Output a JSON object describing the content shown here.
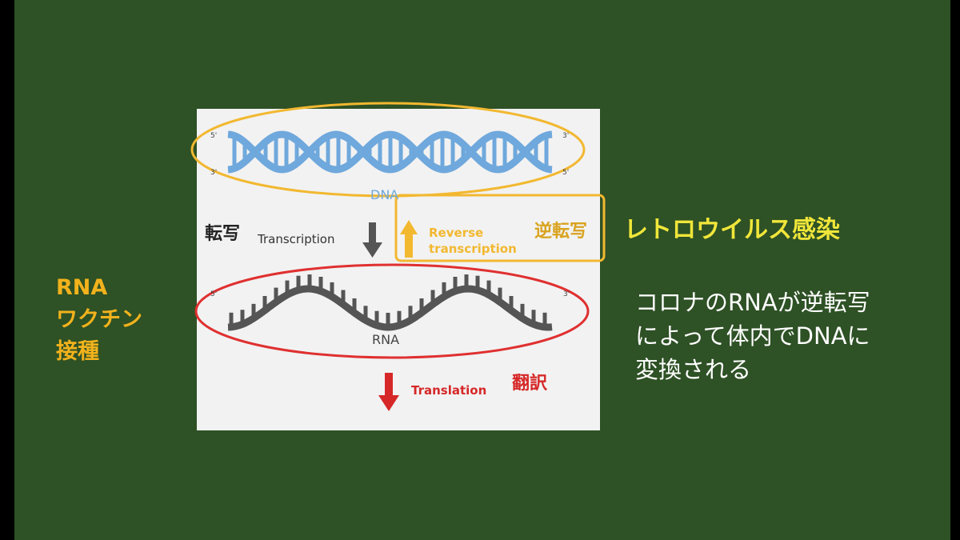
{
  "diagram": {
    "dna_label": "DNA",
    "rna_label": "RNA",
    "end_labels": {
      "top_left": "5'",
      "bottom_left": "3'",
      "top_right": "3'",
      "bottom_right": "5'",
      "rna_left": "5'",
      "rna_right": "3'"
    },
    "transcription_jp": "転写",
    "transcription_en": "Transcription",
    "reverse_line1": "Reverse",
    "reverse_line2": "transcription",
    "reverse_jp": "逆転写",
    "translation_en": "Translation",
    "translation_jp": "翻訳"
  },
  "annotations": {
    "left_lines": [
      "RNA",
      "ワクチン",
      "接種"
    ],
    "retrovirus": "レトロウイルス感染",
    "explanation_lines": [
      "コロナのRNAが逆転写",
      "によって体内でDNAに",
      "変換される"
    ]
  },
  "colors": {
    "board": "#2e5125",
    "dna_blue": "#6fa8dc",
    "yellow_outline": "#f2b830",
    "red_outline": "#e03030",
    "rna_gray": "#555555",
    "annotation_orange": "#f2b21c",
    "annotation_yellow": "#f0e63a"
  }
}
